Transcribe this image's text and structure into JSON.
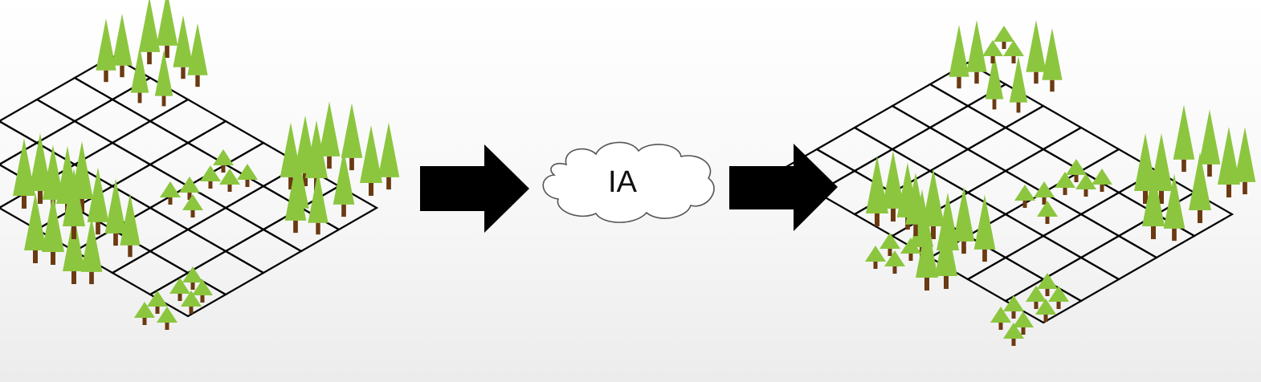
{
  "diagram": {
    "process_label": "IA",
    "colors": {
      "background": "#f6f6f6",
      "grid_line": "#000000",
      "tree_foliage": "#8cc63f",
      "tree_trunk": "#6b3a12",
      "arrow": "#000000",
      "cloud_fill": "#ffffff",
      "cloud_stroke": "#555555"
    },
    "before": {
      "label": "",
      "tile_count": 35,
      "forest_clusters": 6
    },
    "after": {
      "label": "",
      "tile_count": 35,
      "forest_clusters": 7
    }
  }
}
